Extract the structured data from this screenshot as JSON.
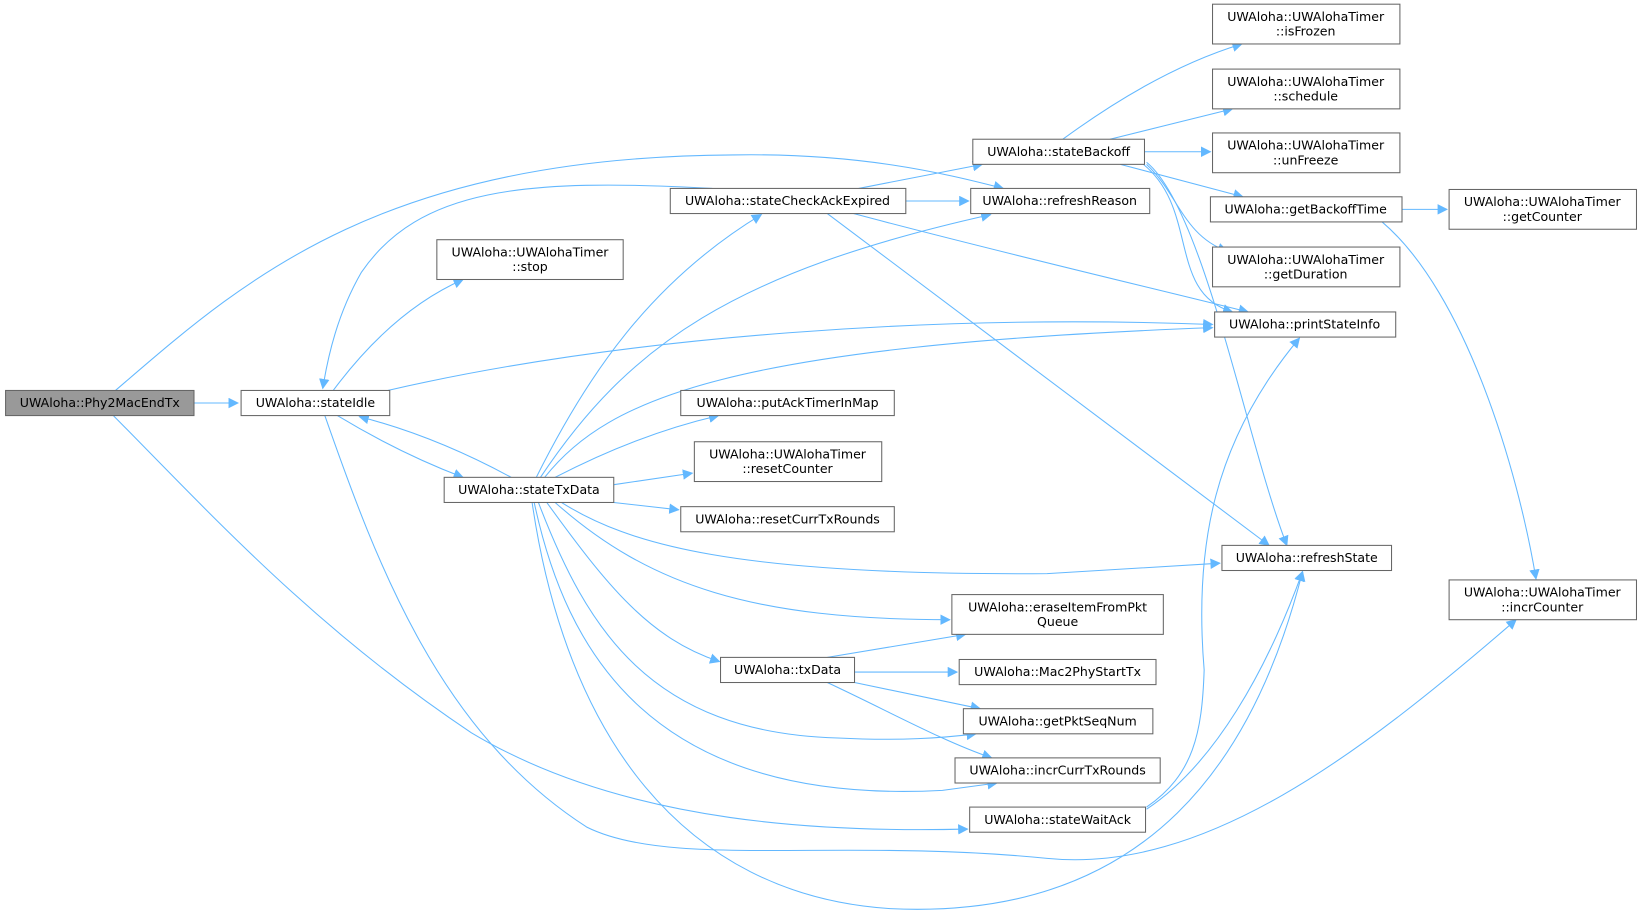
{
  "graph": {
    "edge_color": "#63b8ff",
    "root_fill": "#999999",
    "nodes": {
      "phy2macendtx": [
        "UWAloha::Phy2MacEndTx"
      ],
      "stateidle": [
        "UWAloha::stateIdle"
      ],
      "stop": [
        "UWAloha::UWAlohaTimer",
        "::stop"
      ],
      "statetxdata": [
        "UWAloha::stateTxData"
      ],
      "statecheckackexpired": [
        "UWAloha::stateCheckAckExpired"
      ],
      "refreshreason": [
        "UWAloha::refreshReason"
      ],
      "statebackoff": [
        "UWAloha::stateBackoff"
      ],
      "isfrozen": [
        "UWAloha::UWAlohaTimer",
        "::isFrozen"
      ],
      "schedule": [
        "UWAloha::UWAlohaTimer",
        "::schedule"
      ],
      "unfreeze": [
        "UWAloha::UWAlohaTimer",
        "::unFreeze"
      ],
      "getbackofftime": [
        "UWAloha::getBackoffTime"
      ],
      "getcounter": [
        "UWAloha::UWAlohaTimer",
        "::getCounter"
      ],
      "getduration": [
        "UWAloha::UWAlohaTimer",
        "::getDuration"
      ],
      "printstateinfo": [
        "UWAloha::printStateInfo"
      ],
      "putacktimerinmap": [
        "UWAloha::putAckTimerInMap"
      ],
      "resetcounter": [
        "UWAloha::UWAlohaTimer",
        "::resetCounter"
      ],
      "resetcurrtxrounds": [
        "UWAloha::resetCurrTxRounds"
      ],
      "refreshstate": [
        "UWAloha::refreshState"
      ],
      "incrcounter": [
        "UWAloha::UWAlohaTimer",
        "::incrCounter"
      ],
      "eraseitemfrompktqueue": [
        "UWAloha::eraseItemFromPkt",
        "Queue"
      ],
      "txdata": [
        "UWAloha::txData"
      ],
      "mac2phystarttx": [
        "UWAloha::Mac2PhyStartTx"
      ],
      "getpktseqnum": [
        "UWAloha::getPktSeqNum"
      ],
      "incrcurrtxrounds": [
        "UWAloha::incrCurrTxRounds"
      ],
      "statewaitack": [
        "UWAloha::stateWaitAck"
      ]
    }
  }
}
